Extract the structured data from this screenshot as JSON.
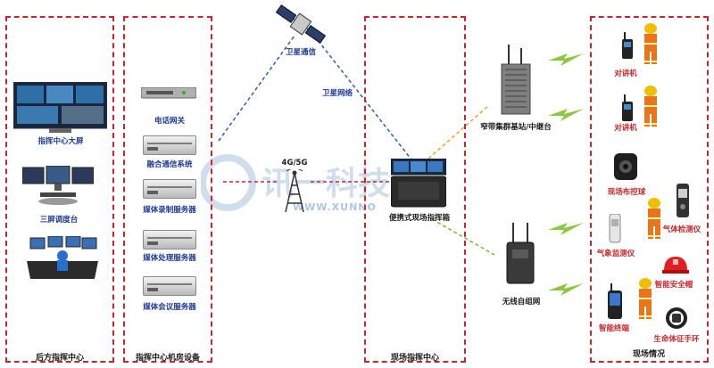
{
  "panels": {
    "rear_command": "后方指挥中心",
    "server_room": "指挥中心机房设备",
    "field_command": "现场指挥中心",
    "field_situation": "现场情况"
  },
  "rear": {
    "big_screen": "指挥中心大屏",
    "triple_console": "三屏调度台"
  },
  "server_room": {
    "phone_gateway": "电话网关",
    "fusion_comm": "融合通信系统",
    "media_recording": "媒体录制服务器",
    "media_processing": "媒体处理服务器",
    "media_conference": "媒体会议服务器"
  },
  "network": {
    "satellite_comm": "卫星通信",
    "satellite_network": "卫星网络",
    "cellular": "4G/5G"
  },
  "field_command": {
    "narrowband_base": "窄带集群基站/中继台",
    "portable_box": "便携式现场指挥箱",
    "mesh_network": "无线自组网"
  },
  "field_situation": {
    "walkie_talkie_1": "对讲机",
    "walkie_talkie_2": "对讲机",
    "surveillance_ball": "现场布控球",
    "gas_detector": "气体检测仪",
    "gas_monitor": "气象监测仪",
    "smart_helmet": "智能安全帽",
    "smart_terminal": "智能终端",
    "vital_wristband": "生命体征手环"
  },
  "watermark": {
    "text": "WWW.XUNNO"
  },
  "colors": {
    "panel_border": "#c8262c",
    "label_blue": "#1f3a93",
    "satellite_link": "#2a5db0",
    "cellular_link": "#c8262c",
    "narrowband_link": "#f0a020",
    "mesh_link": "#7ab830",
    "signal_green": "#8dc63f",
    "firefighter_orange": "#e8741c"
  }
}
